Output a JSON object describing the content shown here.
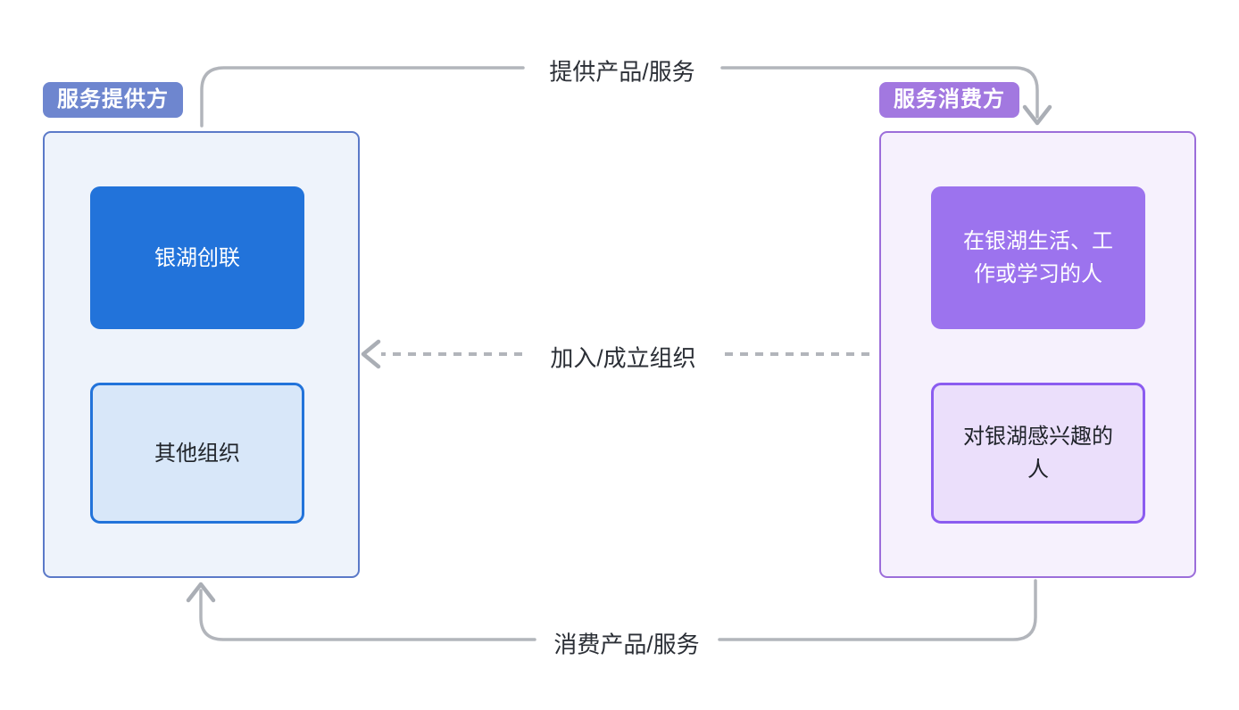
{
  "diagram": {
    "provider": {
      "badge": "服务提供方",
      "nodes": [
        {
          "label": "银湖创联",
          "variant": "solid"
        },
        {
          "label": "其他组织",
          "variant": "outline"
        }
      ]
    },
    "consumer": {
      "badge": "服务消费方",
      "nodes": [
        {
          "label": "在银湖生活、工作或学习的人",
          "variant": "solid"
        },
        {
          "label": "对银湖感兴趣的人",
          "variant": "outline"
        }
      ]
    },
    "edges": {
      "top": "提供产品/服务",
      "middle": "加入/成立组织",
      "bottom": "消费产品/服务"
    },
    "colors": {
      "provider_badge": "#6e86cf",
      "provider_border": "#5b79c8",
      "provider_fill": "#eef3fb",
      "provider_node": "#2273da",
      "provider_node_fill": "#d8e7f9",
      "consumer_badge": "#a278e0",
      "consumer_border": "#9c6eda",
      "consumer_fill": "#f6f1fd",
      "consumer_node": "#9c73ee",
      "consumer_node_fill": "#ebdffb",
      "consumer_node_border": "#8b5cf0",
      "arrow": "#b2b5bb",
      "arrow_head": "#aaaeb5",
      "label_text": "#2b2f36"
    }
  }
}
